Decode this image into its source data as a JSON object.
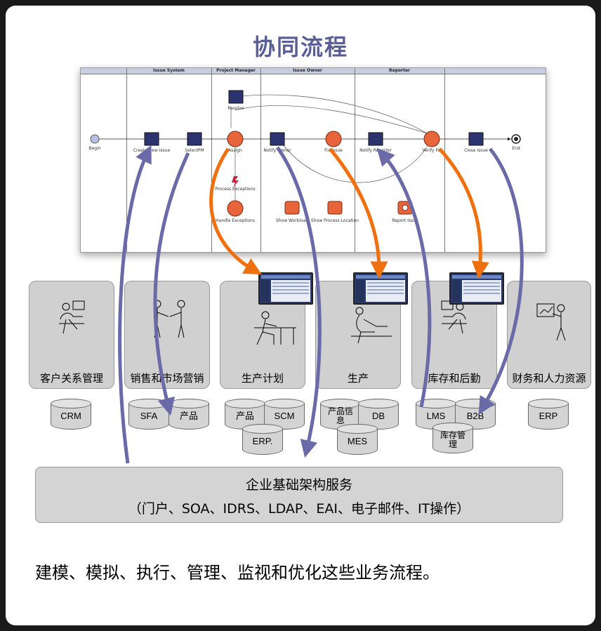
{
  "title": "协同流程",
  "process_diagram": {
    "lanes": [
      "",
      "Issue System",
      "Project Manager",
      "Issue Owner",
      "Reporter",
      ""
    ],
    "nodes": {
      "begin": "Begin",
      "create_new_issue": "Create New Issue",
      "select_pm": "SelectPM",
      "resolve": "Resolve",
      "assign": "Assign",
      "notify_owner": "Notify Owner",
      "fix_issue": "Fix Issue",
      "notify_reporter": "Notify Reporter",
      "verify_fix": "Verify Fix",
      "close_issue": "Close Issue",
      "end": "End",
      "process_exceptions": "Process Exceptions",
      "handle_exceptions": "Handle Exceptions",
      "show_workload": "Show Workload",
      "show_process_location": "Show Process Location",
      "report_issue": "Report Issue"
    }
  },
  "departments": [
    {
      "label": "客户关系管理",
      "icon": "desk-worker-icon"
    },
    {
      "label": "销售和市场营销",
      "icon": "handshake-icon"
    },
    {
      "label": "生产计划",
      "icon": "planner-icon"
    },
    {
      "label": "生产",
      "icon": "writer-icon"
    },
    {
      "label": "库存和后勤",
      "icon": "desk-worker-icon"
    },
    {
      "label": "财务和人力资源",
      "icon": "presenter-icon"
    }
  ],
  "databases": {
    "crm": "CRM",
    "sfa": "SFA",
    "product_sales": "产品",
    "product_plan": "产品",
    "scm": "SCM",
    "erp_plan": "ERP.",
    "product_info": "产品信息",
    "db": "DB",
    "mes": "MES",
    "lms": "LMS",
    "b2b": "B2B",
    "inventory_mgmt": "库存管理",
    "erp": "ERP"
  },
  "infrastructure": {
    "title": "企业基础架构服务",
    "services": "（门户、SOA、IDRS、LDAP、EAI、电子邮件、IT操作）"
  },
  "footer": "建模、模拟、执行、管理、监视和优化这些业务流程。",
  "colors": {
    "title": "#5a5e96",
    "arrow_orange": "#f07010",
    "arrow_purple": "#6a6aa8",
    "box_gray": "#d0d0d0",
    "task_navy": "#2c3470",
    "event_orange": "#e8643a"
  }
}
